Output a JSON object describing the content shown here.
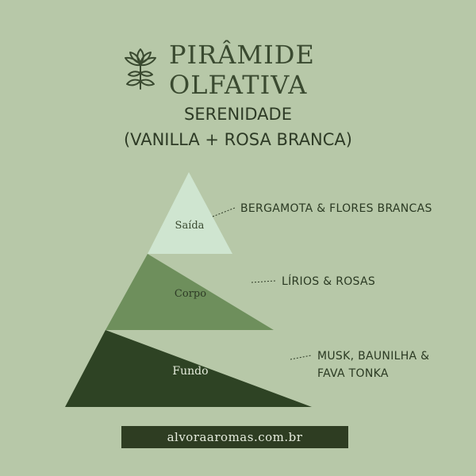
{
  "header": {
    "title_line1": "PIRÂMIDE",
    "title_line2": "OLFATIVA",
    "subtitle_line1": "SERENIDADE",
    "subtitle_line2": "(VANILLA + ROSA BRANCA)",
    "logo_icon": "flower-sprig-icon"
  },
  "pyramid": {
    "levels": [
      {
        "label": "Saída",
        "notes": "BERGAMOTA & FLORES BRANCAS",
        "color": "#cfe5d0"
      },
      {
        "label": "Corpo",
        "notes": "LÍRIOS & ROSAS",
        "color": "#6e8f5c"
      },
      {
        "label": "Fundo",
        "notes_line1": "MUSK, BAUNILHA &",
        "notes_line2": "FAVA TONKA",
        "color": "#2e4324"
      }
    ]
  },
  "footer": {
    "website": "alvoraaromas.com.br",
    "background": "#2e3d22"
  }
}
